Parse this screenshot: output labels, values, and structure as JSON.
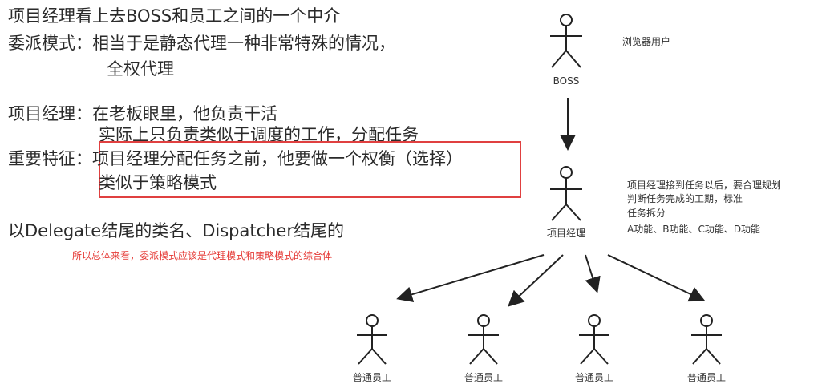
{
  "notes": {
    "line1": "项目经理看上去BOSS和员工之间的一个中介",
    "line2": "委派模式：相当于是静态代理一种非常特殊的情况，",
    "line3": "全权代理",
    "line4": "项目经理：在老板眼里，他负责干活",
    "line5": "实际上只负责类似于调度的工作，分配任务",
    "line6": "重要特征：项目经理分配任务之前，他要做一个权衡（选择）",
    "line7": "类似于策略模式",
    "line8": "以Delegate结尾的类名、Dispatcher结尾的",
    "summary": "所以总体来看，委派模式应该是代理模式和策略模式的综合体"
  },
  "diagram": {
    "boss_label": "BOSS",
    "boss_note": "浏览器用户",
    "manager_label": "项目经理",
    "manager_note": [
      "项目经理接到任务以后，要合理规划",
      "判断任务完成的工期，标准",
      "任务拆分",
      "A功能、B功能、C功能、D功能"
    ],
    "employees": [
      "普通员工",
      "普通员工",
      "普通员工",
      "普通员工"
    ]
  },
  "colors": {
    "highlight": "#e04040",
    "summary_text": "#e53935",
    "ink": "#222222"
  }
}
